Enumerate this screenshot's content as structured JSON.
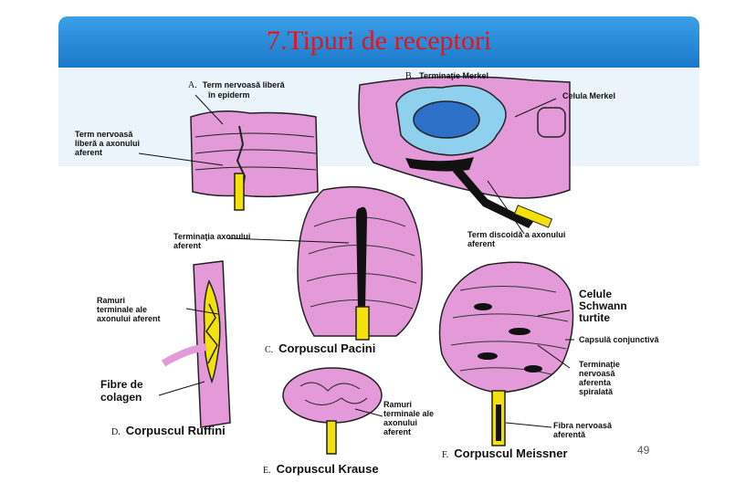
{
  "slide": {
    "title": "7.Tipuri de receptori",
    "page_number": "49"
  },
  "panels": {
    "a": {
      "letter": "A.",
      "title_line1": "Term nervoasă liberă",
      "title_line2": "în epiderm",
      "side_line1": "Term nervoasă",
      "side_line2": "liberă a axonului",
      "side_line3": "aferent"
    },
    "b": {
      "letter": "B.",
      "title": "Terminaţie Merkel",
      "cell_label": "Celula Merkel",
      "disc_line1": "Term discoidă a axonului",
      "disc_line2": "aferent"
    },
    "c": {
      "letter": "C.",
      "name": "Corpuscul Pacini",
      "axon_line1": "Terminaţia axonului",
      "axon_line2": "aferent"
    },
    "d": {
      "letter": "D.",
      "name": "Corpuscul Ruffini",
      "branch_line1": "Ramuri",
      "branch_line2": "terminale ale",
      "branch_line3": "axonului aferent",
      "fibre_line1": "Fibre de",
      "fibre_line2": "colagen"
    },
    "e": {
      "letter": "E.",
      "name": "Corpuscul Krause",
      "branch_line1": "Ramuri",
      "branch_line2": "terminale ale",
      "branch_line3": "axonului",
      "branch_line4": "aferent"
    },
    "f": {
      "letter": "F.",
      "name": "Corpuscul Meissner",
      "schwann_line1": "Celule",
      "schwann_line2": "Schwann",
      "schwann_line3": "turtite",
      "capsule": "Capsulă conjunctivă",
      "term_line1": "Terminaţie",
      "term_line2": "nervoasă",
      "term_line3": "aferenta",
      "term_line4": "spiralată",
      "fibre_line1": "Fibra nervoasă",
      "fibre_line2": "aferentă"
    }
  },
  "colors": {
    "header": "#1b78c9",
    "title": "#e8131a",
    "tissue": "#e49ad8",
    "merkel": "#8fd0ef",
    "nerve": "#f5e10a"
  }
}
